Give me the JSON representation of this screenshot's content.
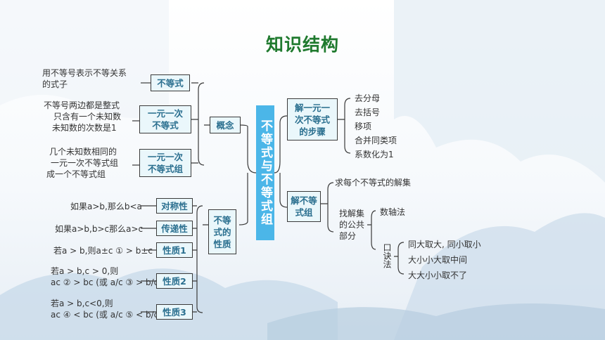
{
  "title": "知识结构",
  "center": "不等式与不等式组",
  "left": {
    "concept": {
      "label": "概念",
      "items": [
        {
          "box": "不等式",
          "desc": [
            "用不等号表示不等关系",
            "的式子"
          ]
        },
        {
          "box": "一元一次不等式",
          "desc": [
            "不等号两边都是整式",
            "只含有一个未知数",
            "未知数的次数是1"
          ]
        },
        {
          "box": "一元一次不等式组",
          "desc": [
            "几个未知数相同的",
            "一元一次不等式组",
            "成一个不等式组"
          ]
        }
      ]
    },
    "properties": {
      "label": "不等式的性质",
      "items": [
        {
          "box": "对称性",
          "desc": [
            "如果a>b,那么b<a"
          ]
        },
        {
          "box": "传递性",
          "desc": [
            "如果a>b,b>c那么a>c"
          ]
        },
        {
          "box": "性质1",
          "desc": [
            "若a > b,则a±c ① > b±c"
          ]
        },
        {
          "box": "性质2",
          "desc": [
            "若a > b,c > 0,则",
            "ac ② > bc (或 a/c ③ > b/c)"
          ]
        },
        {
          "box": "性质3",
          "desc": [
            "若a > b,c<0,则",
            "ac ④ < bc (或 a/c ⑤ < b/c)"
          ]
        }
      ]
    }
  },
  "right": {
    "steps": {
      "label": "解一元一次不等式的步骤",
      "items": [
        "去分母",
        "去括号",
        "移项",
        "合并同类项",
        "系数化为1"
      ]
    },
    "system": {
      "label": "解不等式组",
      "first": "求每个不等式的解集",
      "find": "找解集的公共部分",
      "numberline": "数轴法",
      "mnemonic_label": "口诀法",
      "mnemonic": [
        "同大取大, 同小取小",
        "大小小大取中间",
        "大大小小取不了"
      ]
    }
  }
}
